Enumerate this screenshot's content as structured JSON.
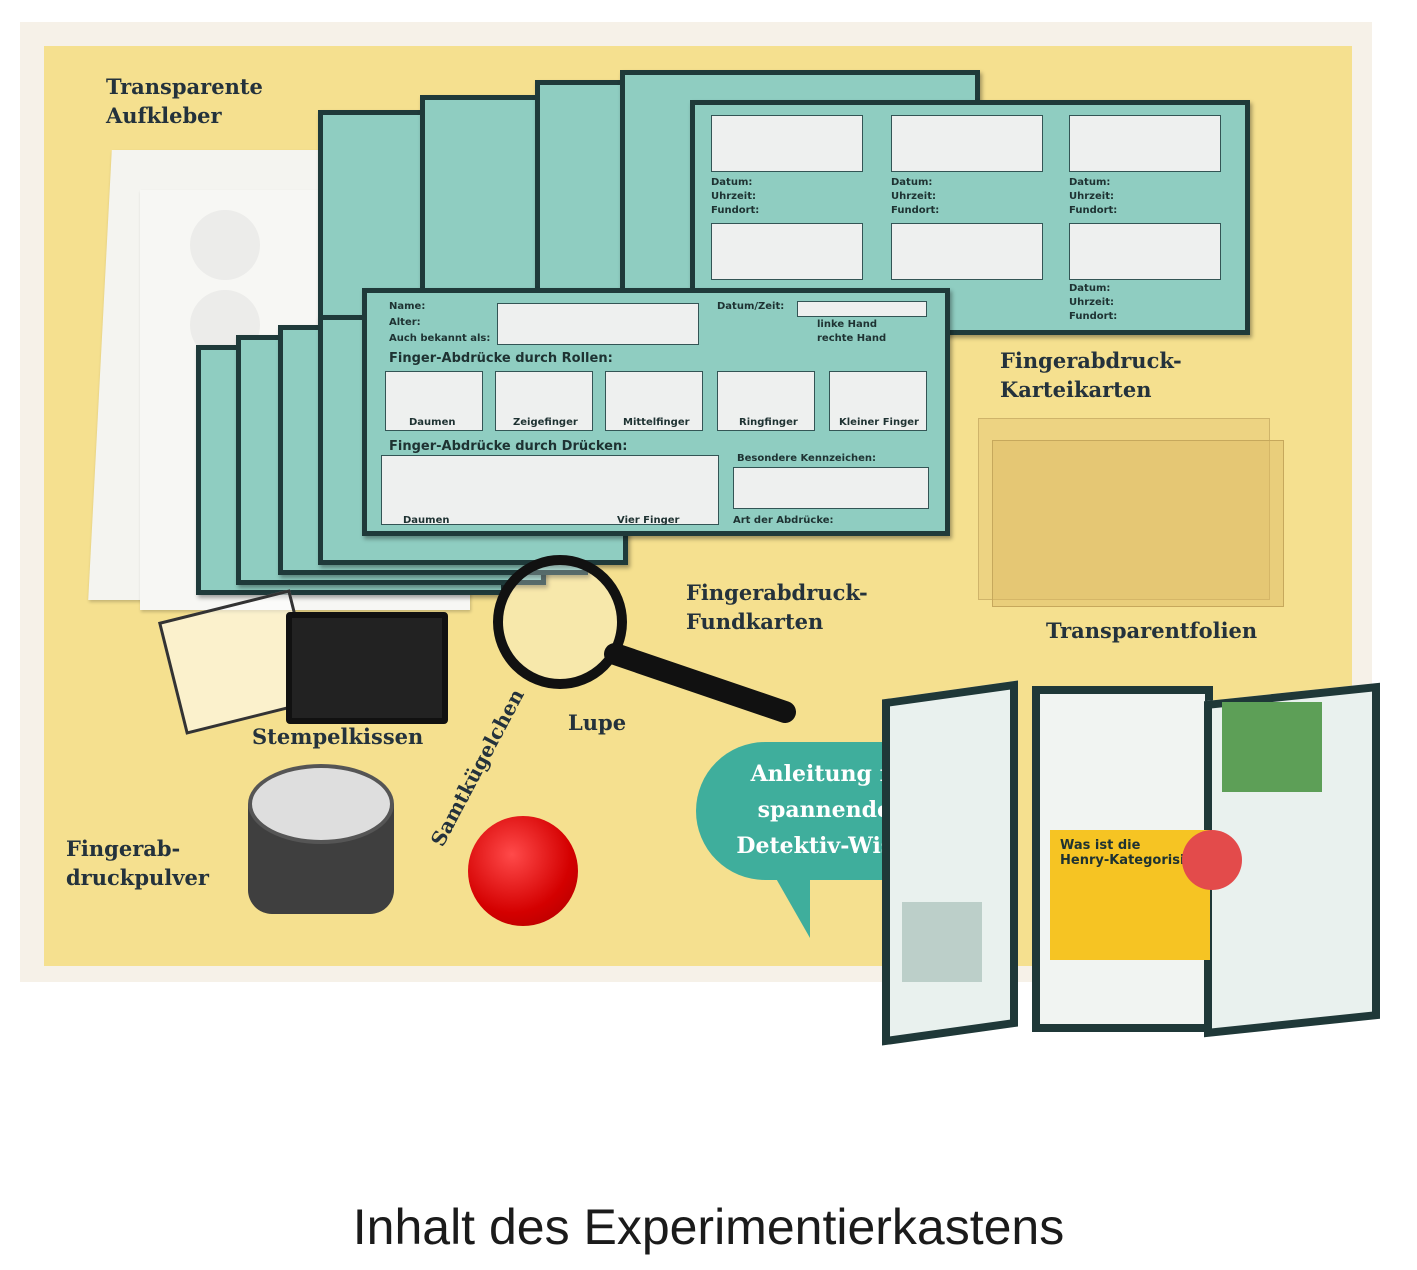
{
  "labels": {
    "aufkleber": [
      "Transparente",
      "Aufkleber"
    ],
    "karteikarten": [
      "Fingerabdruck-",
      "Karteikarten"
    ],
    "fundkarten": [
      "Fingerabdruck-",
      "Fundkarten"
    ],
    "folien": "Transparentfolien",
    "stempel": "Stempelkissen",
    "lupe": "Lupe",
    "pulver": [
      "Fingerab-",
      "druckpulver"
    ],
    "samt": "Samtkügelchen"
  },
  "bubble": [
    "Anleitung mit",
    "spannendem",
    "Detektiv-Wissen"
  ],
  "card_fields": {
    "name": "Name:",
    "alter": "Alter:",
    "bekannt": "Auch bekannt als:",
    "datumzeit": "Datum/Zeit:",
    "linke": "linke Hand",
    "rechte": "rechte Hand",
    "rollen": "Finger-Abdrücke durch Rollen:",
    "druecken": "Finger-Abdrücke durch Drücken:",
    "kennzeichen": "Besondere Kennzeichen:",
    "art": "Art der Abdrücke:",
    "daumen": "Daumen",
    "vier": "Vier Finger",
    "fingers": [
      "Daumen",
      "Zeigefinger",
      "Mittelfinger",
      "Ringfinger",
      "Kleiner Finger"
    ],
    "datum": "Datum:",
    "uhrzeit": "Uhrzeit:",
    "fundort": "Fundort:"
  },
  "booklet": {
    "heading1": "Was ist die",
    "heading2": "Henry-Kategorisierung"
  },
  "caption": "Inhalt des Experimentierkastens",
  "colors": {
    "board": "#f5e08f",
    "card": "#8fcdc1",
    "bubble": "#3fae9c"
  }
}
